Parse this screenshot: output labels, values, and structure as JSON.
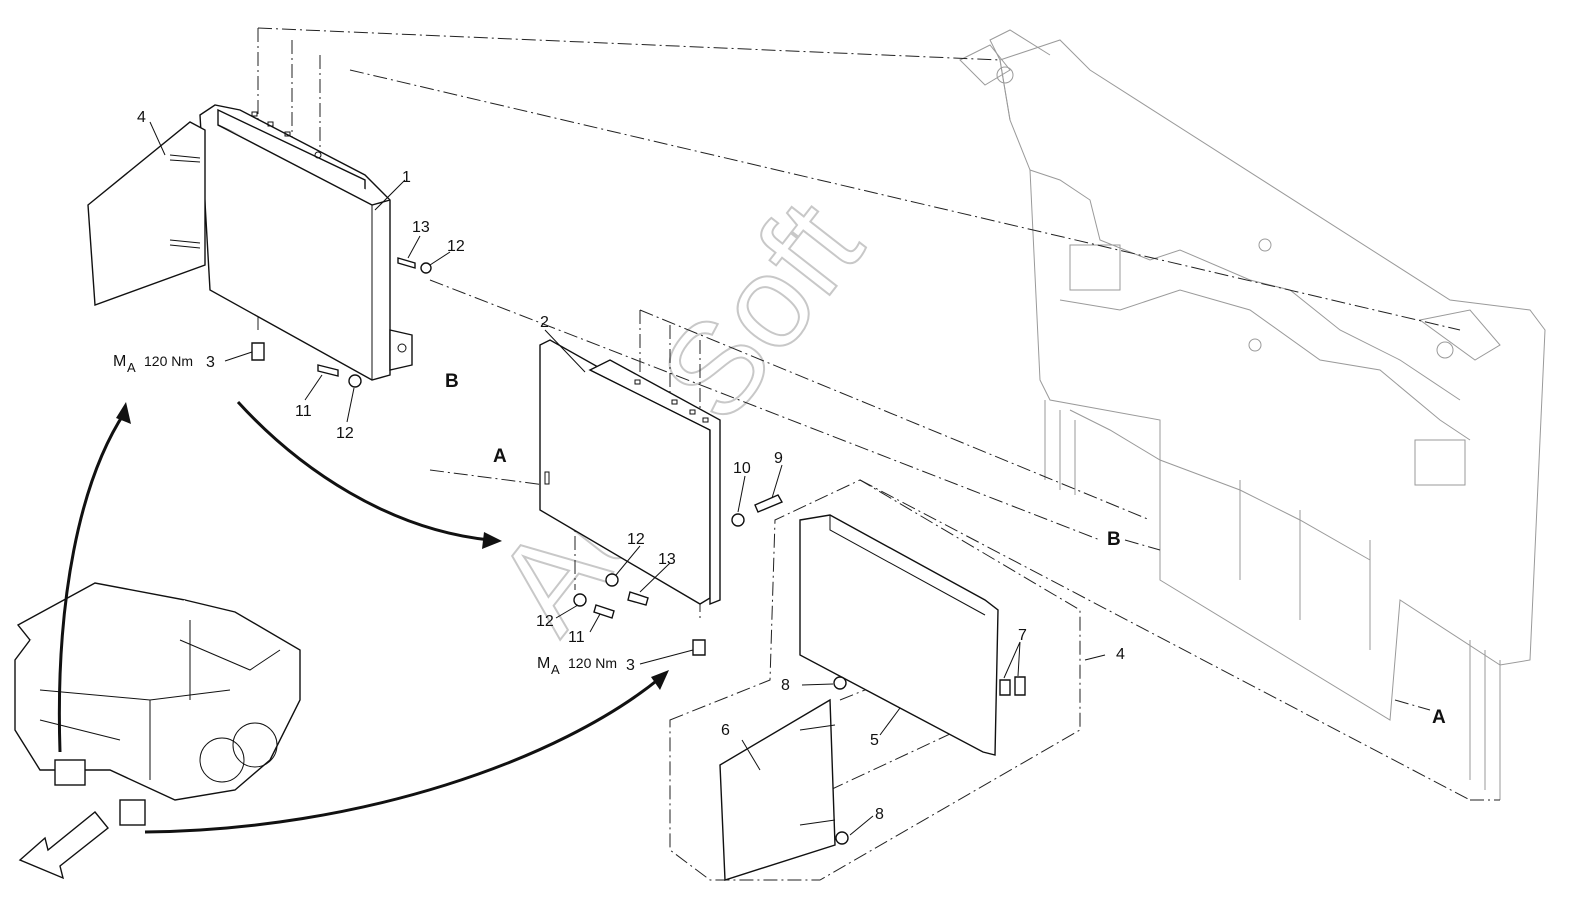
{
  "watermark": "AutoSoft",
  "torque": {
    "symbol": "M",
    "subscript": "A",
    "value": "120 Nm"
  },
  "callouts": {
    "top_unit": [
      "4",
      "1",
      "13",
      "12",
      "3",
      "11",
      "12"
    ],
    "middle_unit": [
      "2",
      "10",
      "9",
      "12",
      "13",
      "12",
      "11",
      "3"
    ],
    "cover": [
      "7",
      "4",
      "8",
      "5",
      "6",
      "8"
    ]
  },
  "refs": {
    "a": "A",
    "b": "B"
  }
}
